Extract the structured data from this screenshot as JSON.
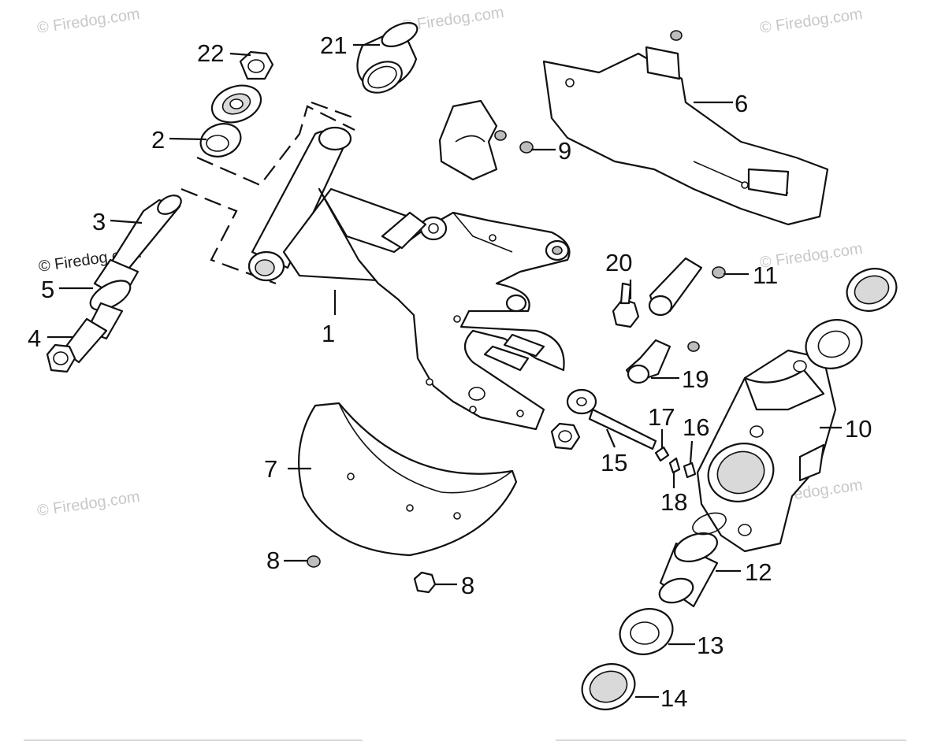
{
  "watermark": {
    "text": "© Firedog.com"
  },
  "callouts": [
    "1",
    "2",
    "3",
    "4",
    "5",
    "6",
    "7",
    "8",
    "8",
    "9",
    "10",
    "11",
    "12",
    "13",
    "14",
    "15",
    "16",
    "17",
    "18",
    "19",
    "20",
    "21",
    "22"
  ]
}
